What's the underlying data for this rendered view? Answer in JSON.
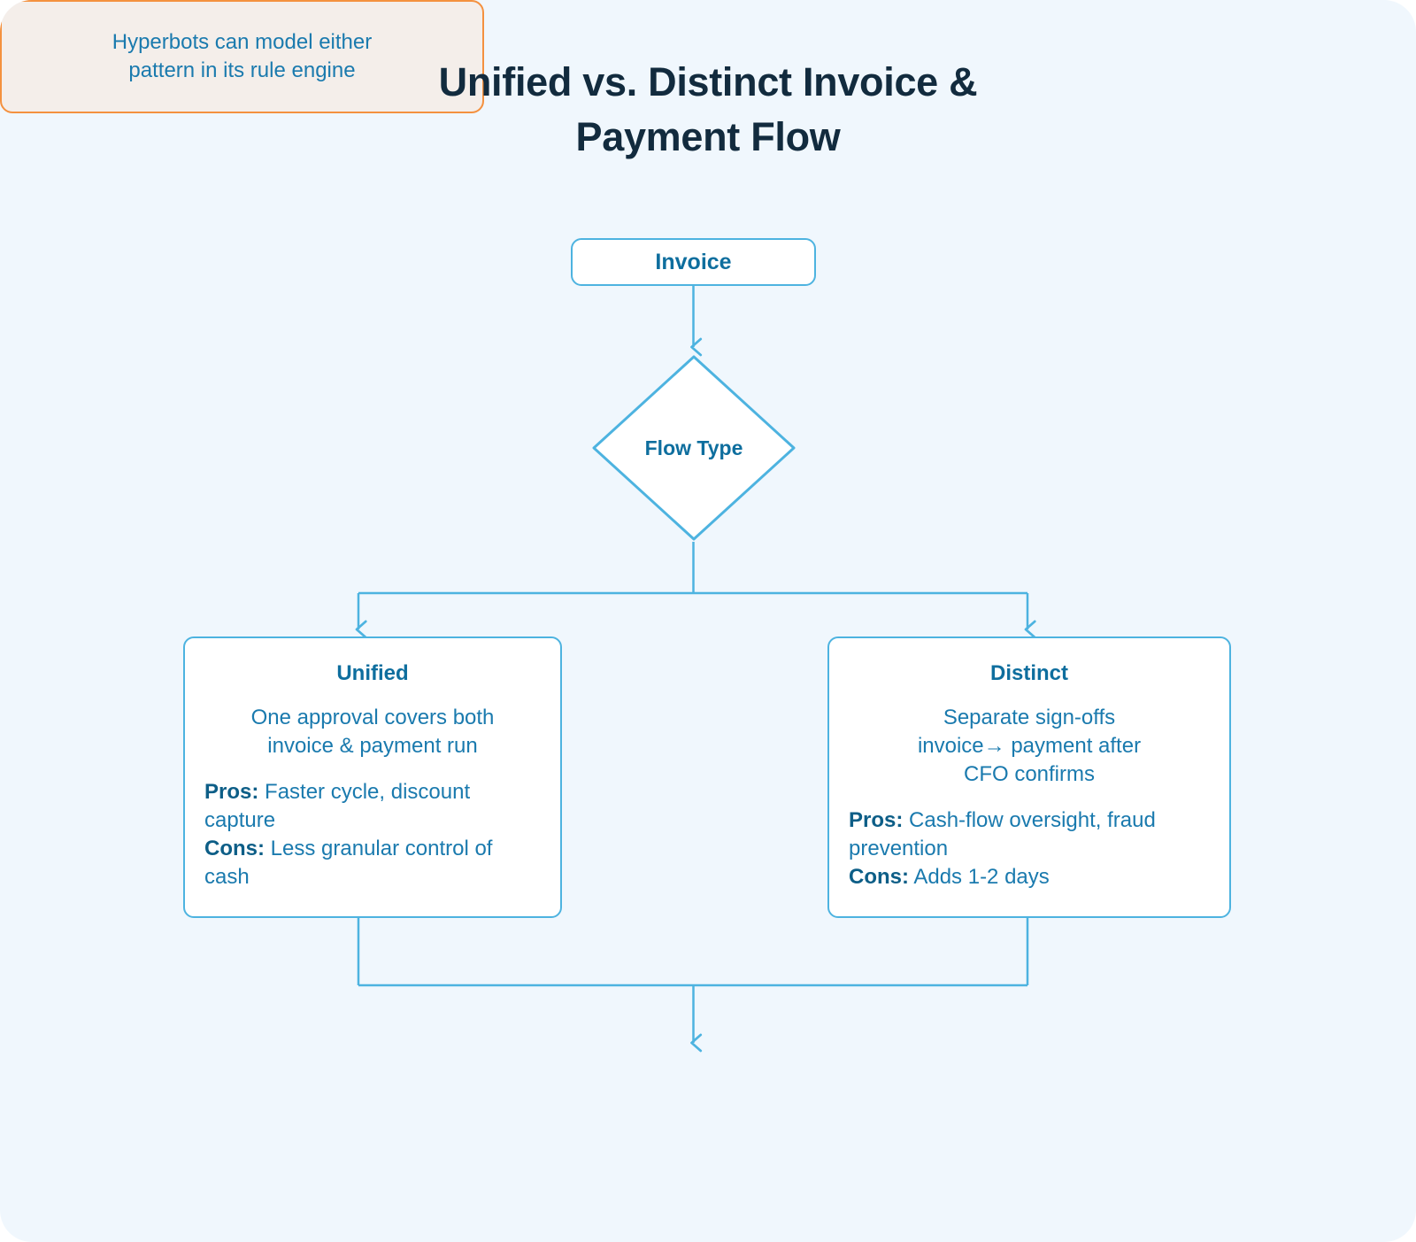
{
  "title": "Unified vs. Distinct Invoice &\nPayment Flow",
  "colors": {
    "canvas_background": "#f0f7fd",
    "node_border": "#4db3e0",
    "node_fill": "#ffffff",
    "heading_text": "#0e6e9e",
    "body_text": "#1a7aae",
    "label_text": "#0d5e87",
    "title_text": "#122b3e",
    "highlight_border": "#f4913f",
    "highlight_fill": "#f4eeea",
    "connector": "#4db3e0"
  },
  "nodes": {
    "invoice": {
      "shape": "rounded-rect",
      "title": "Invoice"
    },
    "decision": {
      "shape": "diamond",
      "title": "Flow Type"
    },
    "unified": {
      "shape": "rounded-rect",
      "title": "Unified",
      "description": "One approval covers both\ninvoice & payment run",
      "pros_label": "Pros:",
      "pros_text": " Faster cycle, discount capture",
      "cons_label": "Cons:",
      "cons_text": " Less granular control of cash"
    },
    "distinct": {
      "shape": "rounded-rect",
      "title": "Distinct",
      "description": "Separate sign-offs\ninvoice→ payment after\nCFO confirms",
      "pros_label": "Pros:",
      "pros_text": " Cash-flow oversight, fraud prevention",
      "cons_label": "Cons:",
      "cons_text": " Adds 1-2 days"
    },
    "outcome": {
      "shape": "rounded-rect-highlight",
      "description": "Hyperbots can model either\npattern in its rule engine"
    }
  },
  "edges": [
    {
      "from": "invoice",
      "to": "decision",
      "type": "straight-down"
    },
    {
      "from": "decision",
      "to": "unified",
      "type": "split-left"
    },
    {
      "from": "decision",
      "to": "distinct",
      "type": "split-right"
    },
    {
      "from": "unified",
      "to": "outcome",
      "type": "merge-left"
    },
    {
      "from": "distinct",
      "to": "outcome",
      "type": "merge-right"
    }
  ]
}
